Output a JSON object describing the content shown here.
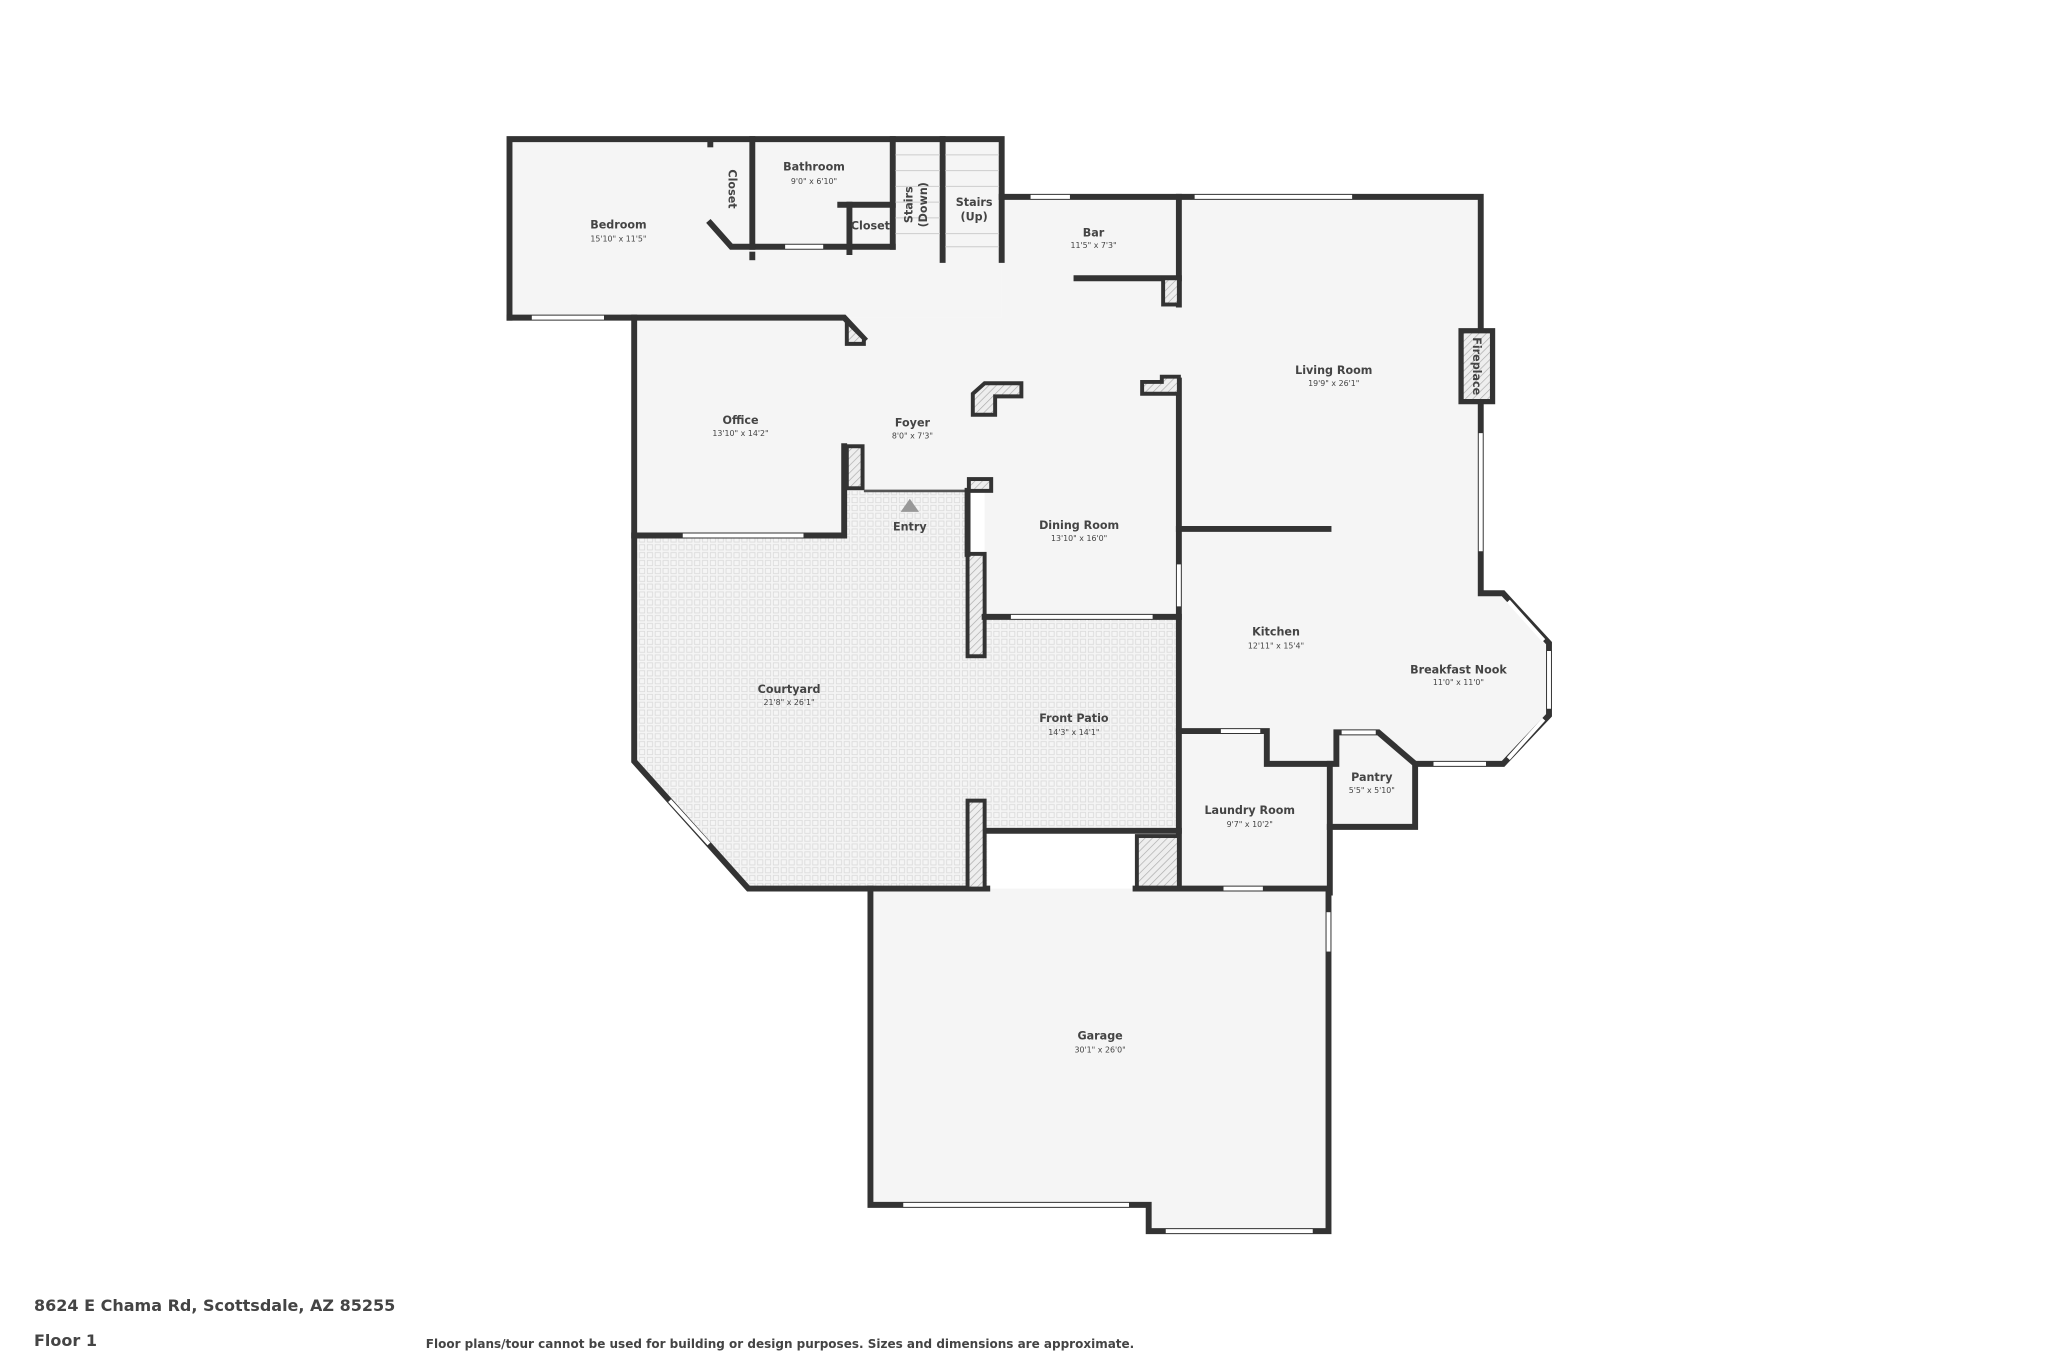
{
  "rooms": {
    "bedroom": {
      "name": "Bedroom",
      "dims": "15'10\" x 11'5\""
    },
    "closet1": {
      "name": "Closet"
    },
    "bathroom": {
      "name": "Bathroom",
      "dims": "9'0\" x 6'10\""
    },
    "closet2": {
      "name": "Closet"
    },
    "stairs_down": {
      "name": "Stairs",
      "sub": "(Down)"
    },
    "stairs_up": {
      "name": "Stairs",
      "sub": "(Up)"
    },
    "bar": {
      "name": "Bar",
      "dims": "11'5\" x 7'3\""
    },
    "living": {
      "name": "Living Room",
      "dims": "19'9\" x 26'1\""
    },
    "fireplace": {
      "name": "Fireplace"
    },
    "office": {
      "name": "Office",
      "dims": "13'10\" x 14'2\""
    },
    "foyer": {
      "name": "Foyer",
      "dims": "8'0\" x 7'3\""
    },
    "entry": {
      "name": "Entry"
    },
    "dining": {
      "name": "Dining Room",
      "dims": "13'10\" x 16'0\""
    },
    "kitchen": {
      "name": "Kitchen",
      "dims": "12'11\" x 15'4\""
    },
    "nook": {
      "name": "Breakfast Nook",
      "dims": "11'0\" x 11'0\""
    },
    "courtyard": {
      "name": "Courtyard",
      "dims": "21'8\" x 26'1\""
    },
    "patio": {
      "name": "Front Patio",
      "dims": "14'3\" x 14'1\""
    },
    "pantry": {
      "name": "Pantry",
      "dims": "5'5\" x 5'10\""
    },
    "laundry": {
      "name": "Laundry Room",
      "dims": "9'7\" x 10'2\""
    },
    "garage": {
      "name": "Garage",
      "dims": "30'1\" x 26'0\""
    }
  },
  "footer": {
    "address": "8624 E Chama Rd, Scottsdale, AZ 85255",
    "floor": "Floor 1",
    "disclaimer": "Floor plans/tour cannot be used for building or design purposes. Sizes and dimensions are approximate."
  },
  "colors": {
    "wall": "#333333",
    "floor": "#f5f5f5",
    "text": "#444444"
  }
}
